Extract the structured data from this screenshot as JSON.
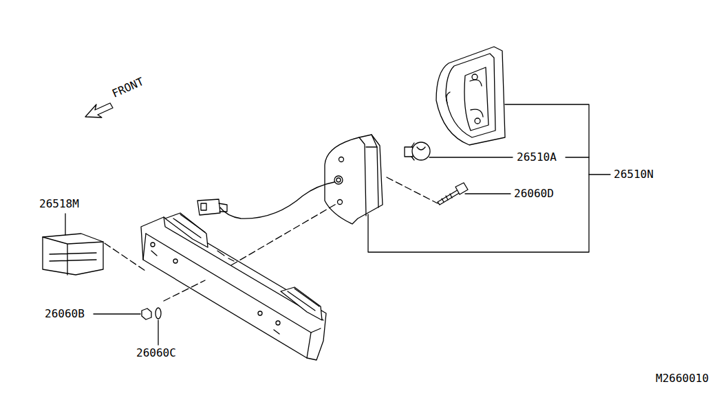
{
  "diagram": {
    "labels": [
      "FRONT",
      "26510A",
      "26510N",
      "26060D",
      "26518M",
      "26060B",
      "26060C",
      "M2660010"
    ]
  }
}
